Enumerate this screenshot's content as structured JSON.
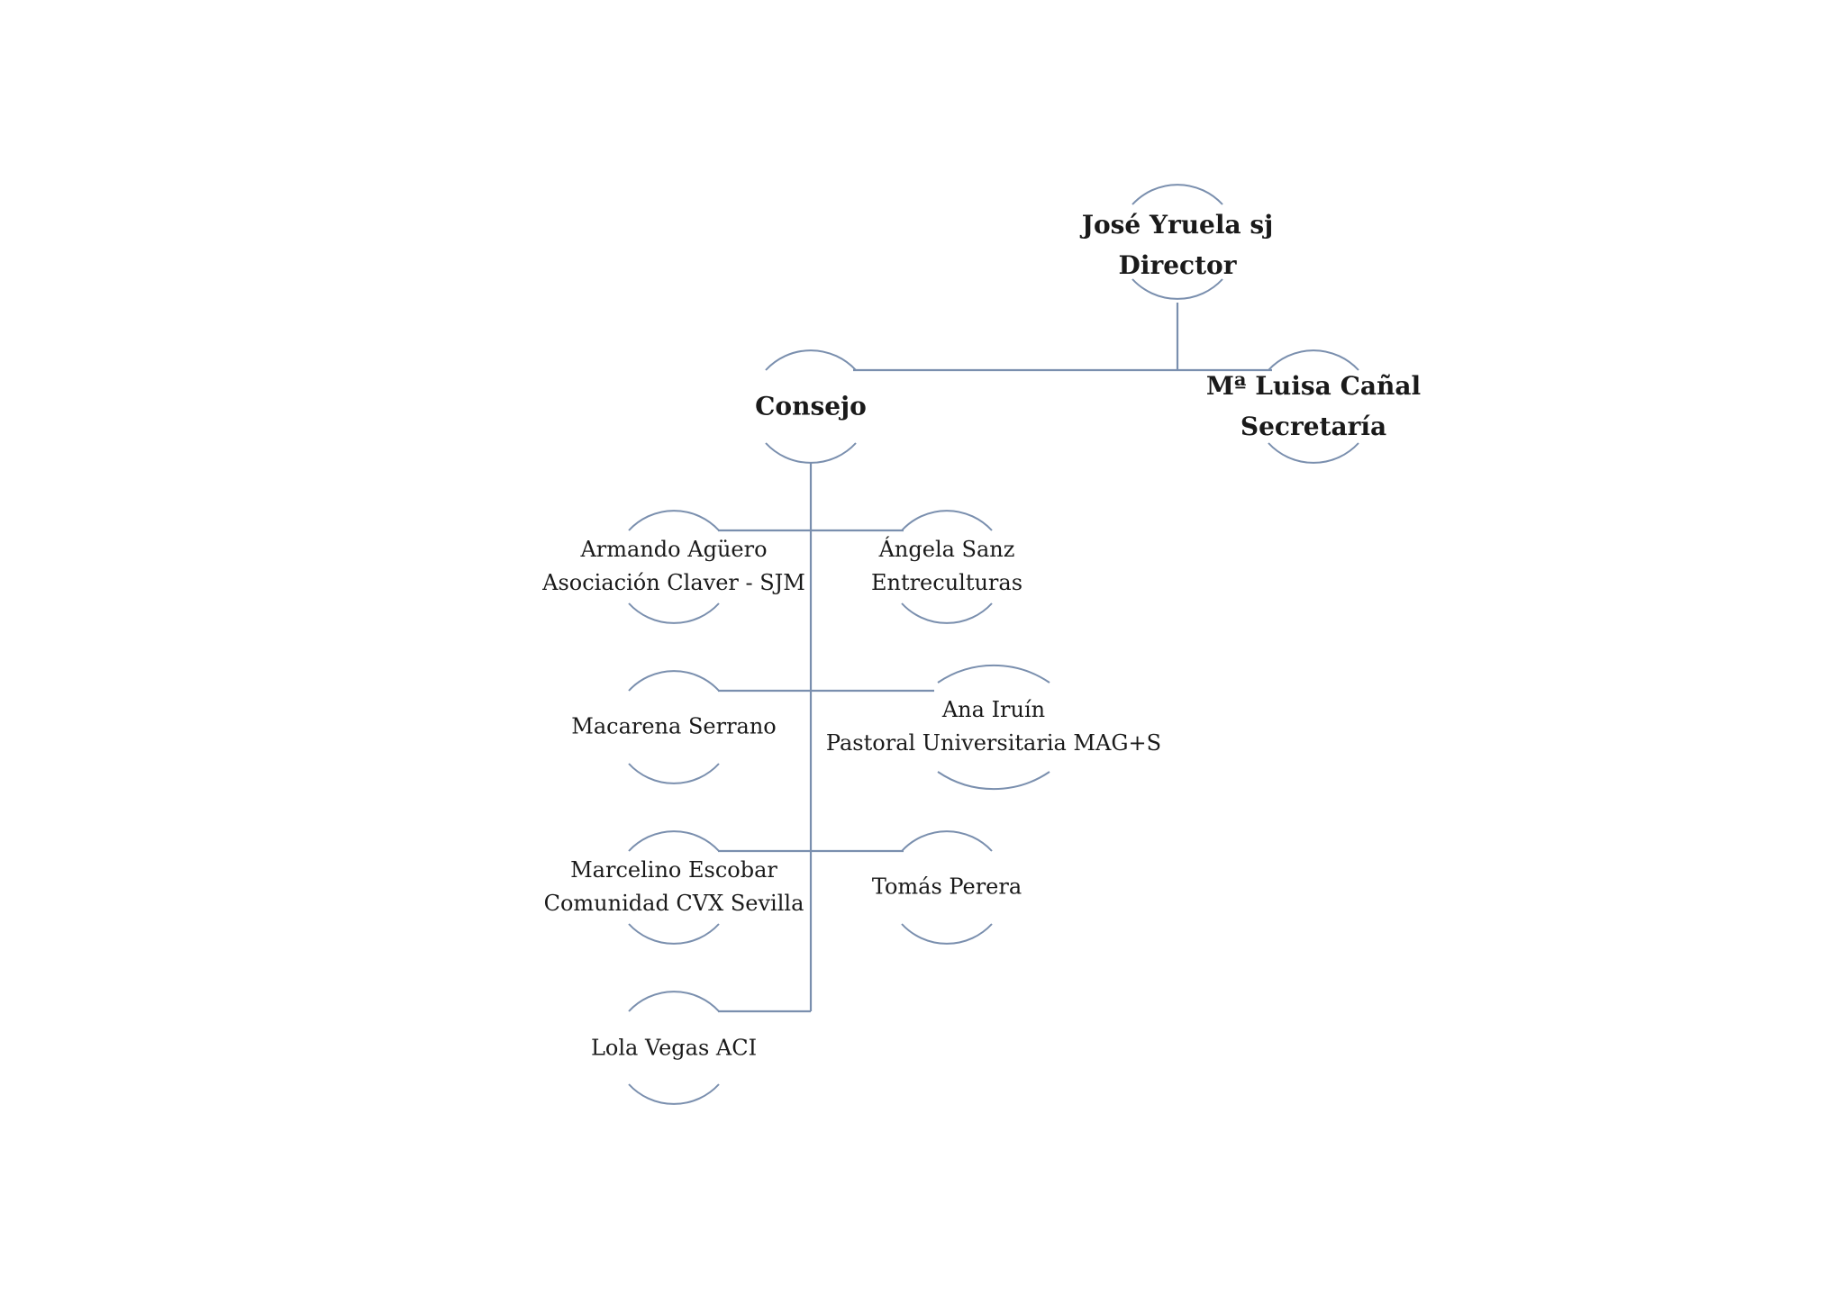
{
  "nodes": {
    "director": {
      "name": "José Yruela sj",
      "role": "Director"
    },
    "secretaria": {
      "name": "Mª Luisa Cañal",
      "role": "Secretaría"
    },
    "consejo": {
      "name": "Consejo"
    },
    "armando": {
      "name": "Armando Agüero",
      "org": "Asociación Claver - SJM"
    },
    "angela": {
      "name": "Ángela Sanz",
      "org": "Entreculturas"
    },
    "macarena": {
      "name": "Macarena Serrano"
    },
    "ana": {
      "name": "Ana Iruín",
      "org": "Pastoral Universitaria MAG+S"
    },
    "marcelino": {
      "name": "Marcelino Escobar",
      "org": "Comunidad CVX Sevilla"
    },
    "tomas": {
      "name": "Tomás Perera"
    },
    "lola": {
      "name": "Lola Vegas ACI"
    }
  },
  "colors": {
    "line": "#7a8fae",
    "text": "#1a1a1a",
    "background": "#ffffff"
  }
}
